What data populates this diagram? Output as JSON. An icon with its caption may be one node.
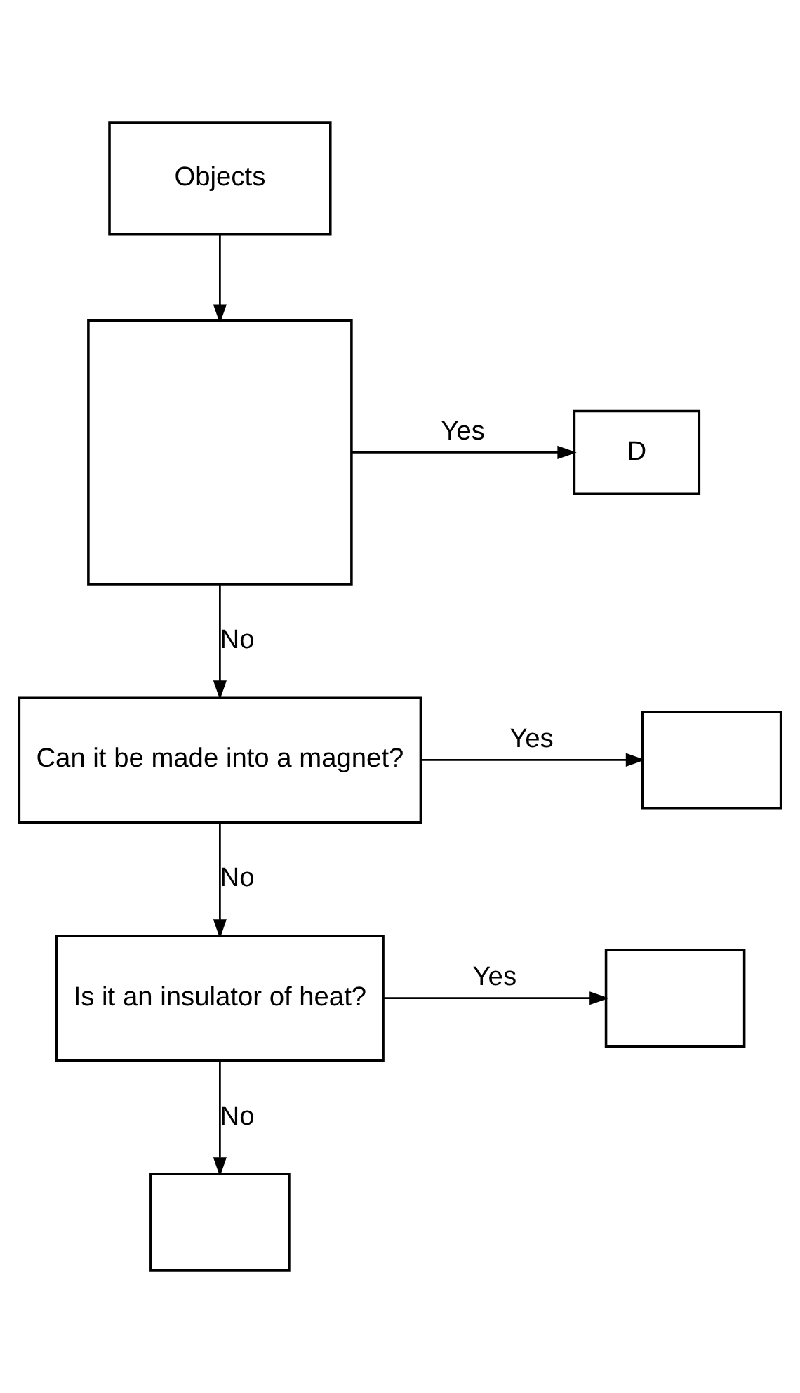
{
  "diagram": {
    "nodes": [
      {
        "text": [
          "Objects"
        ]
      },
      {
        "text": [],
        "shape": "box"
      },
      {
        "text": [
          "D"
        ]
      },
      {
        "text": [
          "Can it be made into a magnet?"
        ]
      },
      {
        "text": [],
        "shape": "box"
      },
      {
        "text": [
          "Is it an insulator of heat?"
        ]
      },
      {
        "text": [],
        "shape": "box"
      },
      {
        "text": [],
        "shape": "box"
      }
    ],
    "edges": [
      {
        "from": 0,
        "to": 1,
        "arrow": "to"
      },
      {
        "from": 1,
        "to": 2,
        "arrow": "to",
        "label": "Yes"
      },
      {
        "from": 1,
        "to": 3,
        "arrow": "to",
        "label": "No"
      },
      {
        "from": 3,
        "to": 4,
        "arrow": "to",
        "label": "Yes"
      },
      {
        "from": 3,
        "to": 5,
        "arrow": "to",
        "label": "No"
      },
      {
        "from": 5,
        "to": 6,
        "arrow": "to",
        "label": "Yes"
      },
      {
        "from": 5,
        "to": 7,
        "arrow": "to",
        "label": "No"
      }
    ]
  }
}
